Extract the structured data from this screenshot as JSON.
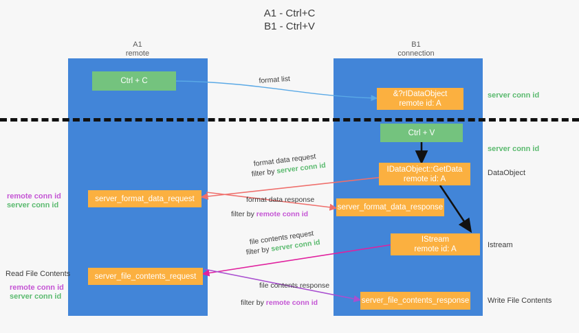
{
  "title": {
    "line1": "A1 - Ctrl+C",
    "line2": "B1 - Ctrl+V"
  },
  "columns": [
    {
      "name": "A1",
      "sub": "remote"
    },
    {
      "name": "B1",
      "sub": "connection"
    }
  ],
  "nodes": {
    "ctrl_c": "Ctrl + C",
    "ctrl_v": "Ctrl + V",
    "idataobject_title": "&?rIDataObject",
    "idataobject_sub": "remote id: A",
    "getdata_title": "IDataObject::GetData",
    "getdata_sub": "remote id: A",
    "istream_title": "IStream",
    "istream_sub": "remote id: A",
    "server_format_data_request": "server_format_data_request",
    "server_format_data_response": "server_format_data_response",
    "server_file_contents_request": "server_file_contents_request",
    "server_file_contents_response": "server_file_contents_response"
  },
  "right_labels": {
    "server_conn_id_1": "server conn id",
    "server_conn_id_2": "server conn id",
    "dataobject": "DataObject",
    "istream": "Istream",
    "write_file_contents": "Write File Contents"
  },
  "left_labels": {
    "remote_conn_id_1": "remote conn id",
    "server_conn_id_1": "server conn id",
    "read_file_contents": "Read File Contents",
    "remote_conn_id_2": "remote conn id",
    "server_conn_id_2": "server conn id"
  },
  "arrow_labels": {
    "format_list": "format list",
    "format_data_request": "format data request",
    "filter_by_prefix_1": "filter by ",
    "filter_by_value_1": "server conn id",
    "format_data_response": "format data response",
    "filter_by_prefix_2": "filter by ",
    "filter_by_value_2": "remote conn id",
    "file_contents_request": "file contents request",
    "filter_by_prefix_3": "filter by ",
    "filter_by_value_3": "server conn id",
    "file_contents_response": "file contents response",
    "filter_by_prefix_4": "filter by ",
    "filter_by_value_4": "remote conn id"
  },
  "colors": {
    "lane": "#4285d8",
    "orange": "#fbb040",
    "green_box": "#74c37e",
    "green_text": "#5bba6f",
    "purple_text": "#c455d4",
    "blue_arrow": "#5aa9e6",
    "red_arrow": "#ef6f6c",
    "magenta_arrow": "#e0219e",
    "purple_arrow": "#a94fd0",
    "black_arrow": "#111111",
    "background": "#f7f7f7"
  }
}
